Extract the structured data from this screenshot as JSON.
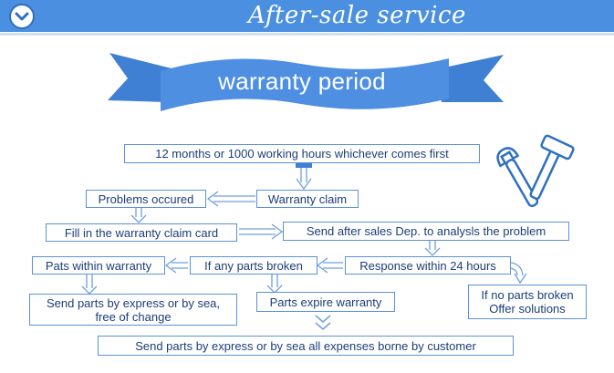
{
  "header": {
    "title": "After-sale service",
    "icon": "check-chevron-icon"
  },
  "banner": {
    "title": "warranty period"
  },
  "steps": {
    "period": "12 months or 1000 working hours whichever comes first",
    "warranty_claim": "Warranty claim",
    "problems_occured": "Problems occured",
    "fill_card": "Fill in the warranty claim card",
    "send_after_sales": "Send after sales Dep. to analysls the problem",
    "response_24h": "Response within 24 hours",
    "if_parts_broken": "If any parts broken",
    "parts_within_warranty": "Pats within warranty",
    "send_free_line1": "Send parts by express or by sea,",
    "send_free_line2": "free of change",
    "parts_expire": "Parts expire warranty",
    "no_parts_line1": "If no parts broken",
    "no_parts_line2": "Offer solutions",
    "send_customer": "Send parts by express or by sea all expenses borne by customer"
  },
  "colors": {
    "header_bg": "#4a8fe0",
    "banner": "#4f8fe2",
    "box_border": "#5a92d8",
    "text": "#1c3d78",
    "arrow": "#6d9fe0"
  },
  "decor": {
    "tools": "wrench-hammer-icon"
  }
}
